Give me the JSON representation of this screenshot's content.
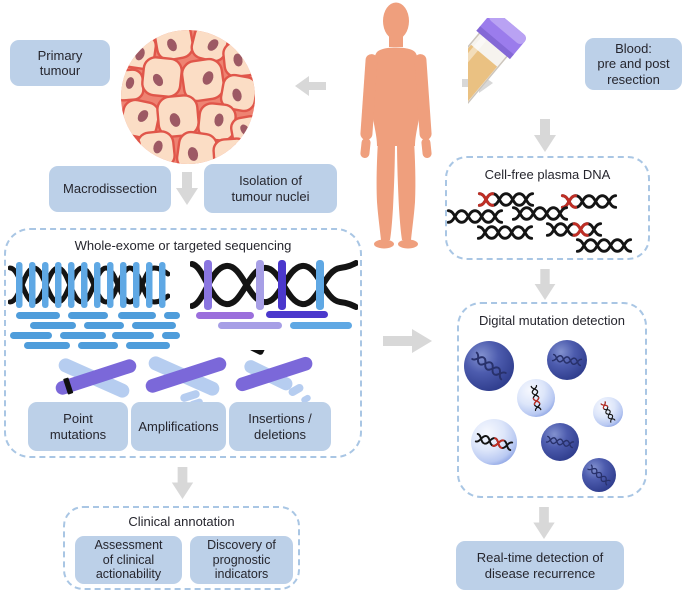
{
  "colors": {
    "box_fill": "#bcd0e8",
    "box_text": "#26262e",
    "dashed_border": "#a9c6e4",
    "arrow_gray": "#d8d8d8",
    "body_skin": "#ef9f7d",
    "read_blue": "#4f9ddb",
    "bar_light_blue": "#5fa8e4",
    "bar_purple": "#8a76e0",
    "bar_periwinkle": "#a79fe6",
    "bar_indigo": "#4b38cc",
    "read_violet": "#9b6fdc",
    "chromosome_purple": "#7b68d9",
    "chromosome_light": "#b6cdf0",
    "dna_black": "#141414",
    "mutant_red": "#bf2e25",
    "blood_red": "#b62d26",
    "plasma_yellow": "#eac182",
    "tube_cap_purple": "#9b7cec",
    "droplet_dark": "#3a4aa0",
    "droplet_light": "#c9d6f6",
    "cell_fill": "#fbddc5",
    "cell_stroke": "#e0564a",
    "cell_nucleus": "#9d5964"
  },
  "labels": {
    "primary_tumour": [
      "Primary",
      "tumour"
    ],
    "macrodissection": "Macrodissection",
    "isolation": [
      "Isolation of",
      "tumour nuclei"
    ],
    "blood": [
      "Blood:",
      "pre and post",
      "resection"
    ],
    "wes_title": "Whole-exome or targeted sequencing",
    "point_mutations": [
      "Point",
      "mutations"
    ],
    "amplifications": "Amplifications",
    "insertions_deletions": [
      "Insertions /",
      "deletions"
    ],
    "cell_free_title": "Cell-free plasma DNA",
    "digital_title": "Digital mutation detection",
    "clinical_title": "Clinical annotation",
    "assessment": [
      "Assessment",
      "of clinical",
      "actionability"
    ],
    "discovery": [
      "Discovery of",
      "prognostic",
      "indicators"
    ],
    "realtime": [
      "Real-time detection of",
      "disease recurrence"
    ]
  },
  "icons": {
    "tumour_histology": "tumour-histology-icon",
    "human_body": "human-body-icon",
    "blood_tube": "blood-tube-icon",
    "dna_helix": "dna-helix-icon",
    "sequencing_reads": "sequencing-reads-icon",
    "chromosome": "chromosome-icon",
    "droplet": "droplet-icon",
    "flow_arrow": "arrow-icon"
  }
}
